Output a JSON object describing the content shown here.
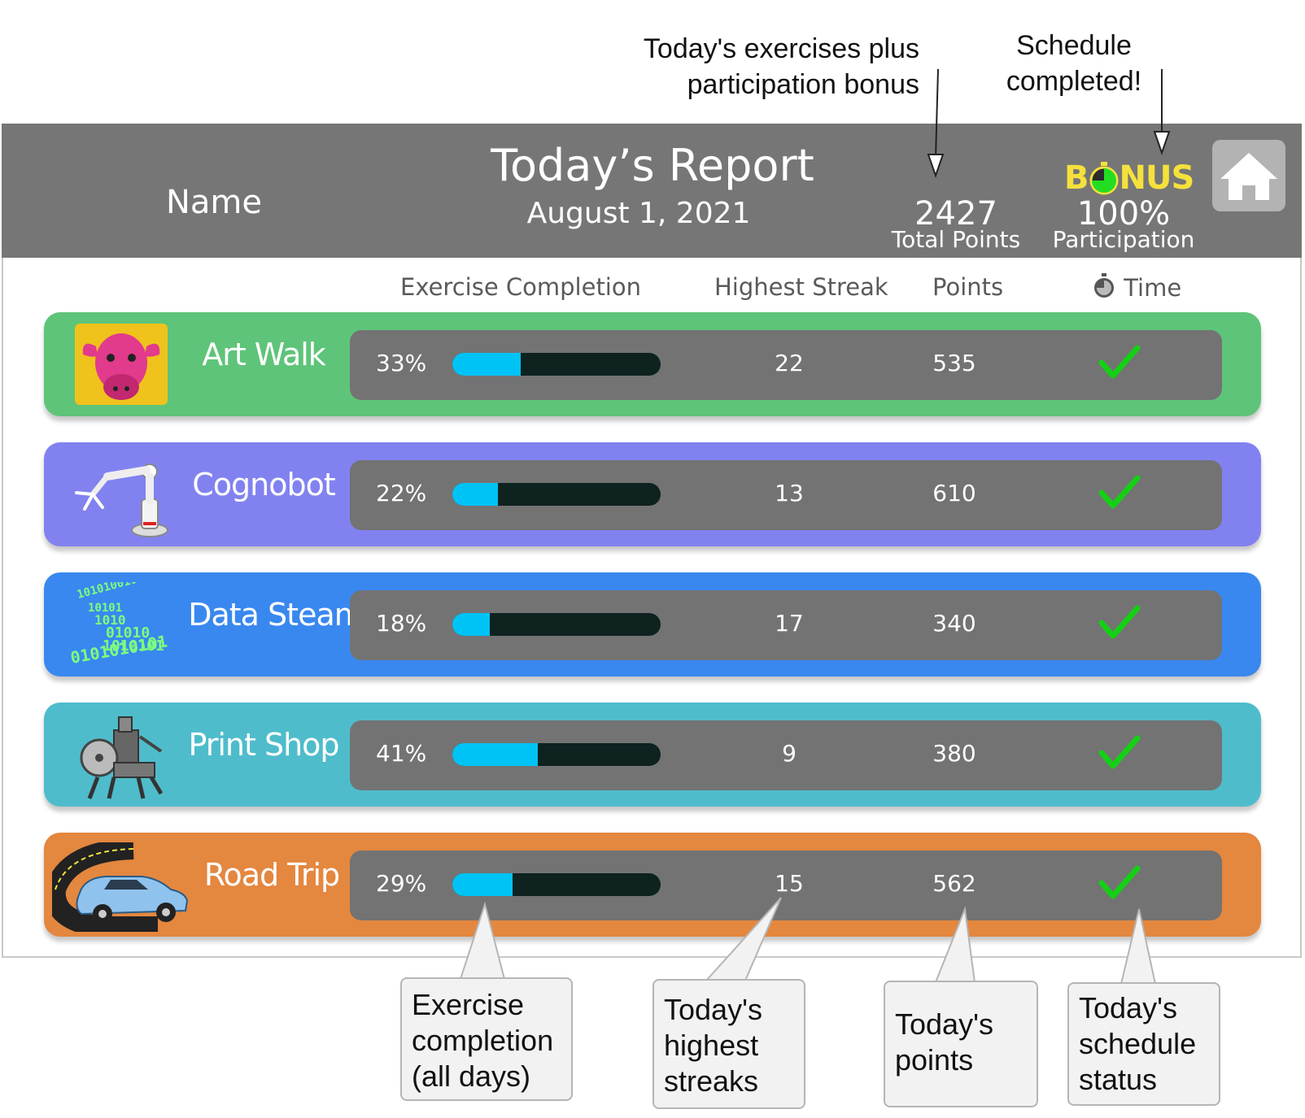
{
  "annotations": {
    "total_points_note_line1": "Today's exercises plus",
    "total_points_note_line2": "participation bonus",
    "bonus_note_line1": "Schedule",
    "bonus_note_line2": "completed!",
    "bubble_completion": [
      "Exercise",
      "completion",
      "(all days)"
    ],
    "bubble_streak": [
      "Today's",
      "highest",
      "streaks"
    ],
    "bubble_points": [
      "Today's",
      "points"
    ],
    "bubble_schedule": [
      "Today's",
      "schedule",
      "status"
    ]
  },
  "header": {
    "name_label": "Name",
    "title": "Today’s Report",
    "date": "August 1, 2021",
    "total_points_value": "2427",
    "total_points_label": "Total Points",
    "bonus_prefix": "B",
    "bonus_suffix": "NUS",
    "participation_value": "100%",
    "participation_label": "Participation",
    "home_icon": "home-icon"
  },
  "columns": {
    "completion": "Exercise Completion",
    "streak": "Highest Streak",
    "points": "Points",
    "time": "Time"
  },
  "rows": [
    {
      "name": "Art Walk",
      "completion": "33%",
      "completion_fraction": 0.33,
      "streak": "22",
      "points": "535",
      "color": "#5ec479",
      "icon": "cow-pop-art-icon"
    },
    {
      "name": "Cognobot",
      "completion": "22%",
      "completion_fraction": 0.22,
      "streak": "13",
      "points": "610",
      "color": "#8182f0",
      "icon": "robot-arm-icon"
    },
    {
      "name": "Data Steam",
      "completion": "18%",
      "completion_fraction": 0.18,
      "streak": "17",
      "points": "340",
      "color": "#3988ef",
      "icon": "binary-stream-icon"
    },
    {
      "name": "Print Shop",
      "completion": "41%",
      "completion_fraction": 0.41,
      "streak": "9",
      "points": "380",
      "color": "#4fbccb",
      "icon": "printing-press-icon"
    },
    {
      "name": "Road Trip",
      "completion": "29%",
      "completion_fraction": 0.29,
      "streak": "15",
      "points": "562",
      "color": "#e4873f",
      "icon": "car-road-icon"
    }
  ],
  "colors": {
    "header_bg": "#767676",
    "bar_fill": "#00c3f5",
    "bar_track": "#0e2220",
    "check": "#14d014",
    "bonus_text": "#f5e13c"
  }
}
